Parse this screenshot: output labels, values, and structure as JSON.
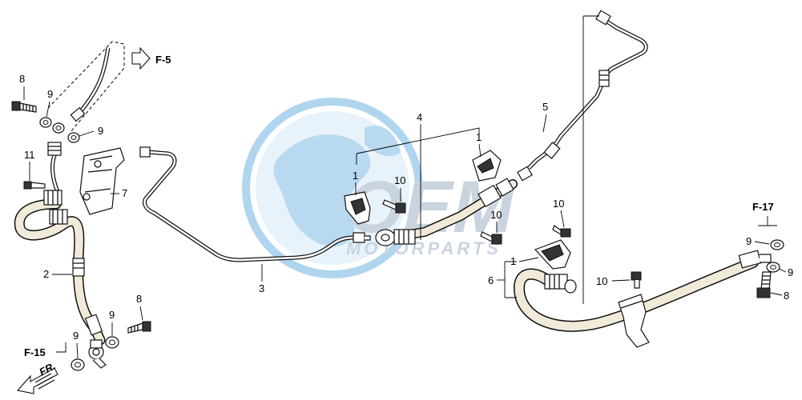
{
  "watermark": {
    "brand": "OEM",
    "tagline": "MOTORPARTS",
    "colors": {
      "globe": "#5ea8dc",
      "text": "#9fb2c6"
    }
  },
  "refs": {
    "f5": "F-5",
    "f15": "F-15",
    "f17": "F-17",
    "front": "FR."
  },
  "callouts": {
    "c1a": "1",
    "c1b": "1",
    "c1c": "1",
    "c2": "2",
    "c3": "3",
    "c4": "4",
    "c5": "5",
    "c6": "6",
    "c7": "7",
    "c8a": "8",
    "c8b": "8",
    "c8c": "8",
    "c9a": "9",
    "c9b": "9",
    "c9c": "9",
    "c9d": "9",
    "c9e": "9",
    "c9f": "9",
    "c10a": "10",
    "c10b": "10",
    "c10c": "10",
    "c10d": "10",
    "c11": "11"
  }
}
